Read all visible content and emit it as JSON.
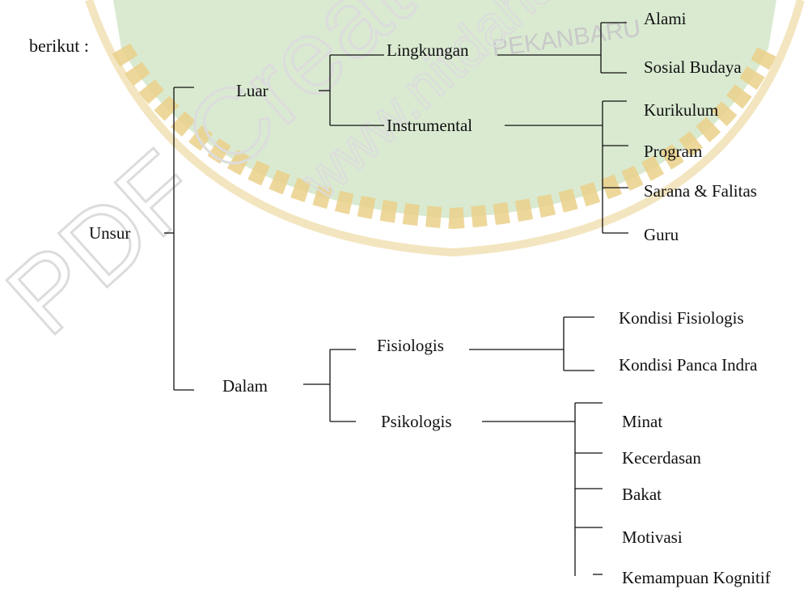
{
  "intro_text": "berikut :",
  "watermark": {
    "text_big": "PDF Creator",
    "text_url": "www.nitdahan",
    "seal_text": "PEKANBARU",
    "ring_color": "#e7c874",
    "inner_color": "#cfe3c6",
    "text_color": "#e2e2e2"
  },
  "tree": {
    "root": "Unsur",
    "luar": {
      "label": "Luar",
      "lingkungan": {
        "label": "Lingkungan",
        "children": [
          "Alami",
          "Sosial Budaya"
        ]
      },
      "instrumental": {
        "label": "Instrumental",
        "children": [
          "Kurikulum",
          "Program",
          "Sarana & Falitas",
          "Guru"
        ]
      }
    },
    "dalam": {
      "label": "Dalam",
      "fisiologis": {
        "label": "Fisiologis",
        "children": [
          "Kondisi Fisiologis",
          "Kondisi Panca Indra"
        ]
      },
      "psikologis": {
        "label": "Psikologis",
        "children": [
          "Minat",
          "Kecerdasan",
          "Bakat",
          "Motivasi",
          "Kemampuan Kognitif"
        ]
      }
    }
  }
}
